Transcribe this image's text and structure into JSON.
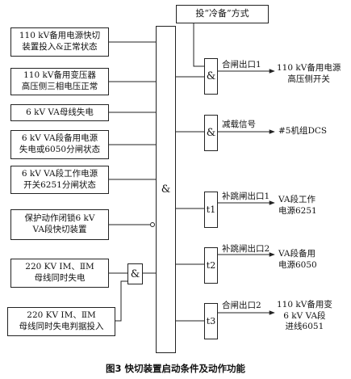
{
  "inputs": [
    "110 kV备用电源快切\n装置投入&正常状态",
    "110 kV备用变压器\n高压侧三相电压正常",
    "6 kV VA母线失电",
    "6 kV VA段备用电源\n失电或6050分闸状态",
    "6 kV VA段工作电源\n开关6251分闸状态",
    "保护动作闭锁6 kV\nVA段快切装置"
  ],
  "bus_inputs": [
    "220 KV ⅠM、ⅡM\n母线同时失电",
    "220 KV  ⅠM、ⅡM\n母线同时失电判据投入"
  ],
  "mode_box": "投“冷备”方式",
  "main_gate": "&",
  "small_gate": "&",
  "branches": [
    {
      "gate": "&",
      "signal": "合闸出口1",
      "target": "110 kV备用电源\n高压侧开关"
    },
    {
      "gate": "&",
      "signal": "减载信号",
      "target": "#5机组DCS"
    },
    {
      "gate": "t1",
      "signal": "补跳闸出口1",
      "target": "VA段工作\n电源6251"
    },
    {
      "gate": "t2",
      "signal": "补跳闸出口2",
      "target": "VA段备用\n电源6050"
    },
    {
      "gate": "t3",
      "signal": "合闸出口2",
      "target": "110 kV备用变\n6 kV VA段\n进线6051"
    }
  ],
  "caption": "图3   快切装置启动条件及动作功能"
}
